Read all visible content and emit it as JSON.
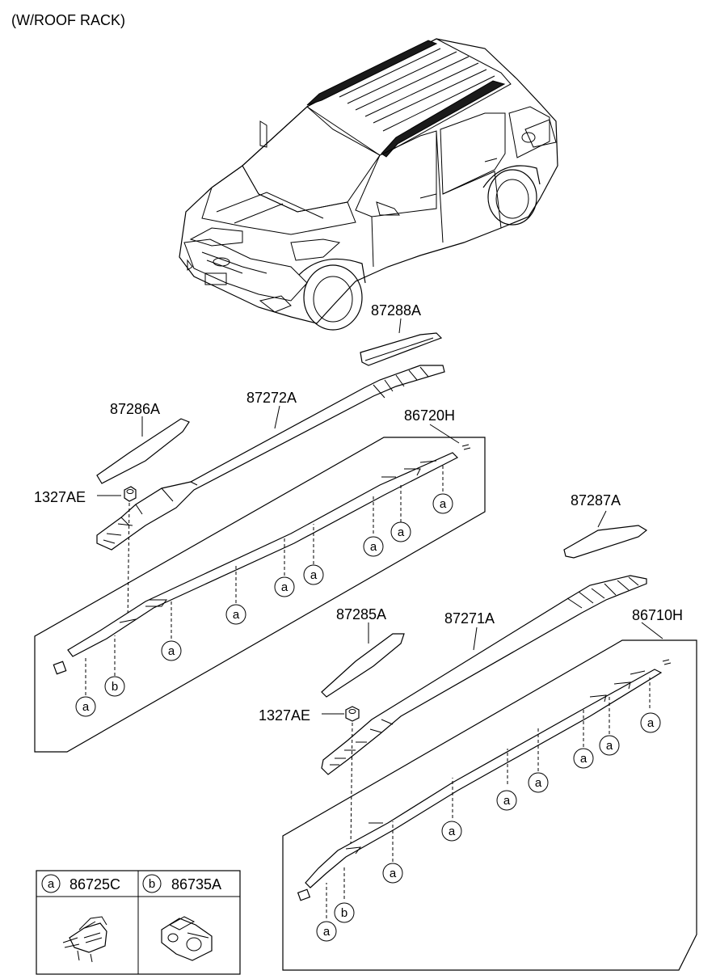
{
  "header": {
    "title": "(W/ROOF RACK)"
  },
  "parts": {
    "p87288A": "87288A",
    "p87272A": "87272A",
    "p87286A": "87286A",
    "p86720H": "86720H",
    "p1327AE_top": "1327AE",
    "p87287A": "87287A",
    "p87285A": "87285A",
    "p87271A": "87271A",
    "p86710H": "86710H",
    "p1327AE_bottom": "1327AE"
  },
  "markers": {
    "a": "a",
    "b": "b"
  },
  "legend": [
    {
      "marker": "a",
      "part": "86725C"
    },
    {
      "marker": "b",
      "part": "86735A"
    }
  ]
}
